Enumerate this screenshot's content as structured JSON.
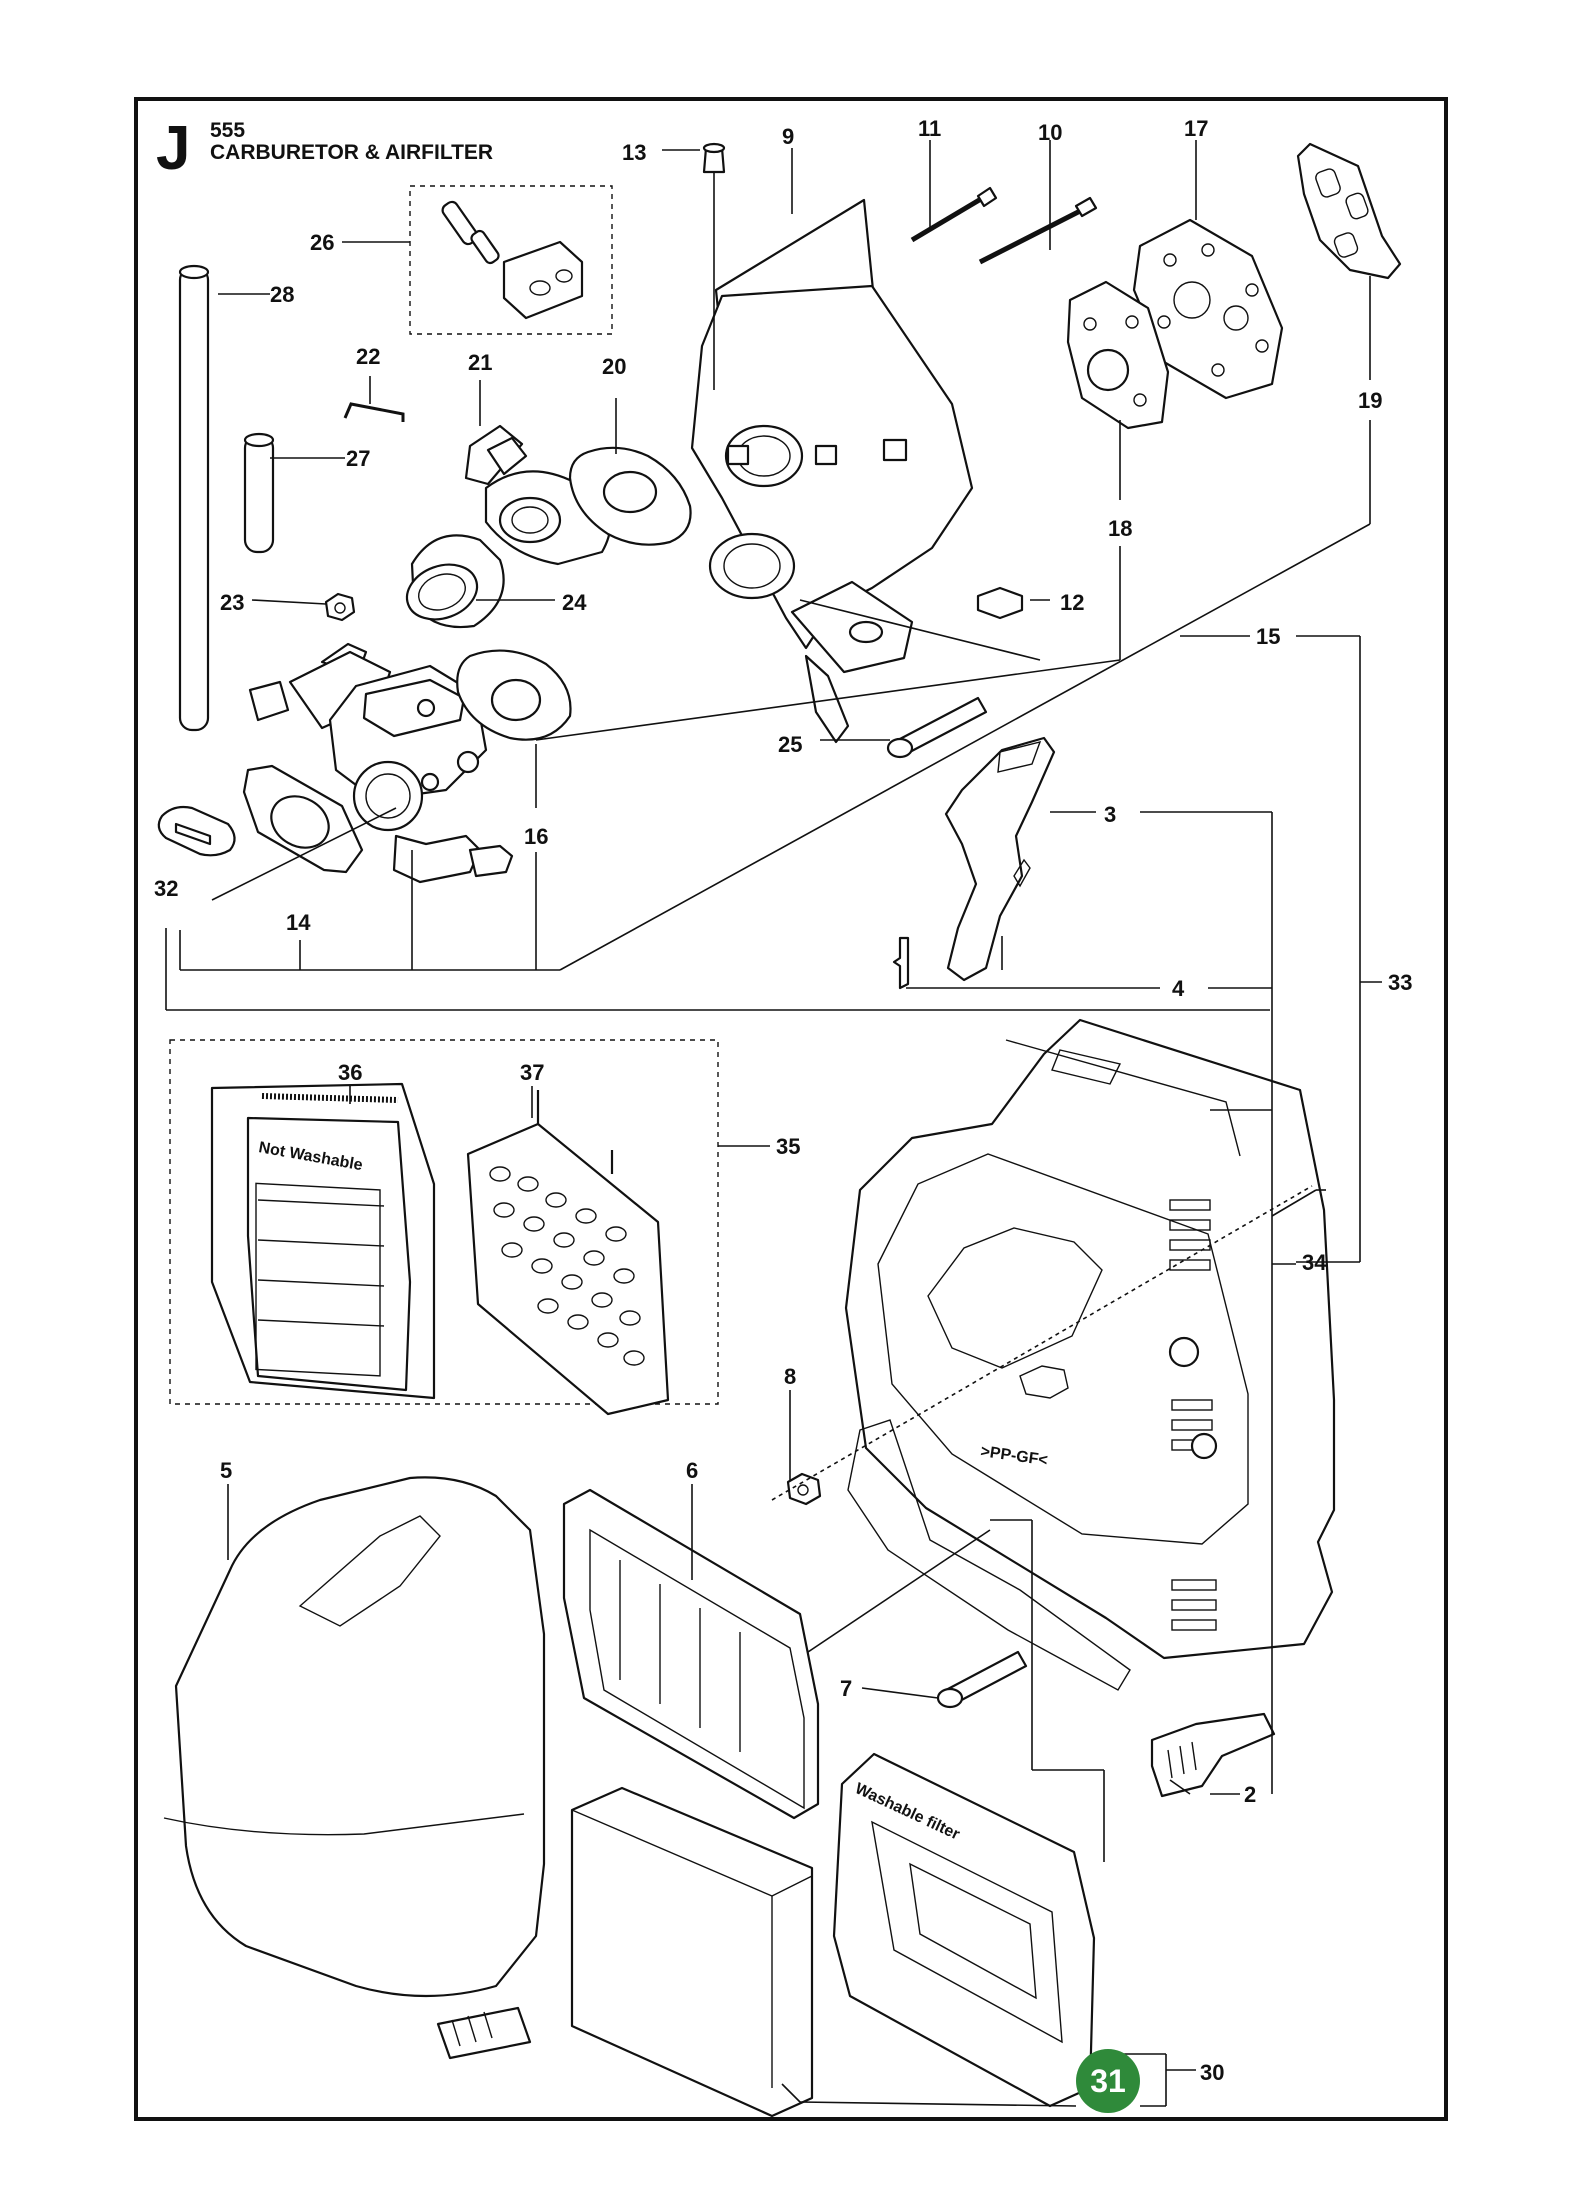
{
  "header": {
    "section_letter": "J",
    "model": "555",
    "title": "CARBURETOR & AIRFILTER"
  },
  "page_number": "31",
  "callouts": {
    "p2": "2",
    "p3": "3",
    "p4": "4",
    "p5": "5",
    "p6": "6",
    "p7": "7",
    "p8": "8",
    "p9": "9",
    "p10": "10",
    "p11": "11",
    "p12": "12",
    "p13": "13",
    "p14": "14",
    "p15": "15",
    "p16": "16",
    "p17": "17",
    "p18": "18",
    "p19": "19",
    "p20": "20",
    "p21": "21",
    "p22": "22",
    "p23": "23",
    "p24": "24",
    "p25": "25",
    "p26": "26",
    "p27": "27",
    "p28": "28",
    "p30": "30",
    "p32": "32",
    "p33": "33",
    "p34": "34",
    "p35": "35",
    "p36": "36",
    "p37": "37"
  },
  "part_markings": {
    "filter_36": "Not Washable",
    "filter_30": "Washable filter",
    "housing_material": ">PP-GF<"
  }
}
